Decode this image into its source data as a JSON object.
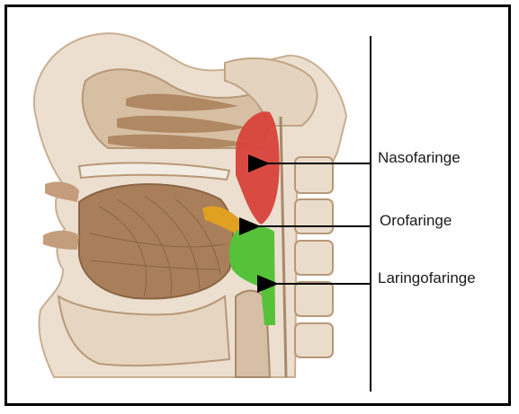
{
  "labels": {
    "nasopharynx": "Nasofaringe",
    "oropharynx": "Orofaringe",
    "laryngopharynx": "Laringofaringe"
  },
  "colors": {
    "nasopharynx": "#d8423a",
    "oropharynx": "#e0a020",
    "laryngopharynx": "#55c23a",
    "tissue": "#c9ae92",
    "bone": "#ece2d4",
    "muscle": "#a77f5c",
    "pointer": "#000000"
  }
}
